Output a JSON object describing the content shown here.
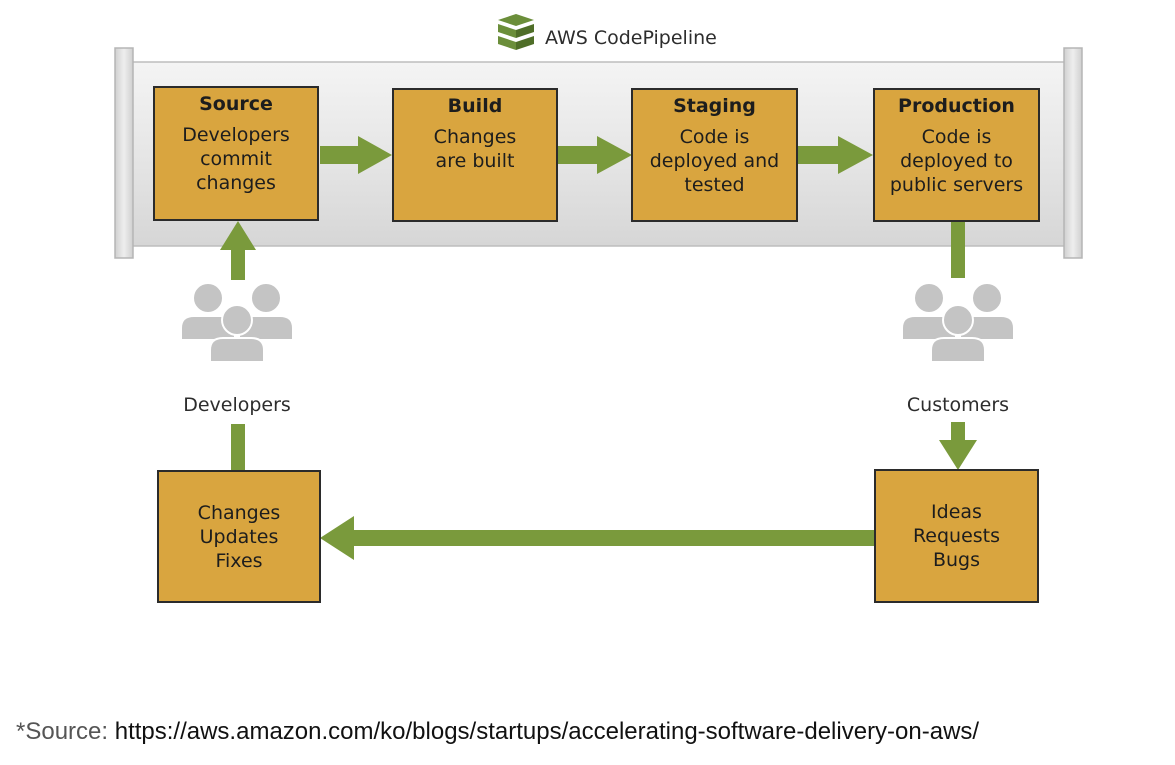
{
  "brand": {
    "name": "AWS CodePipeline",
    "logo": "codepipeline-logo"
  },
  "stages": [
    {
      "id": "source",
      "title": "Source",
      "description": "Developers\ncommit\nchanges"
    },
    {
      "id": "build",
      "title": "Build",
      "description": "Changes\nare built"
    },
    {
      "id": "staging",
      "title": "Staging",
      "description": "Code is\ndeployed and\ntested"
    },
    {
      "id": "production",
      "title": "Production",
      "description": "Code is\ndeployed to\npublic servers"
    }
  ],
  "actors": {
    "developers": "Developers",
    "customers": "Customers"
  },
  "feedback": {
    "changes": "Changes\nUpdates\nFixes",
    "ideas": "Ideas\nRequests\nBugs"
  },
  "footer": {
    "prefix": "*Source: ",
    "url": "https://aws.amazon.com/ko/blogs/startups/accelerating-software-delivery-on-aws/"
  },
  "colors": {
    "box_fill": "#d9a53f",
    "box_border": "#2b2b2b",
    "arrow": "#7a9a3c",
    "pipe": "#e3e3e3",
    "people": "#c4c4c4"
  }
}
